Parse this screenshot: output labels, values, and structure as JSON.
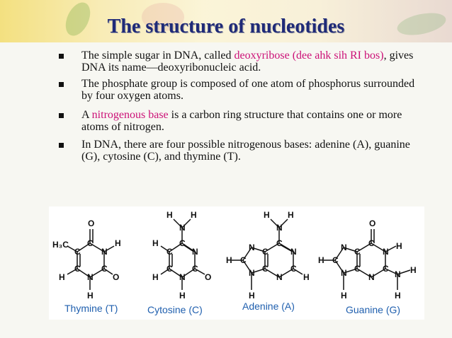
{
  "slide": {
    "title": "The structure of nucleotides",
    "bullets": [
      {
        "pre": "The simple sugar in DNA, called ",
        "hl": "deoxyribose (dee ahk sih RI bos)",
        "post": ", gives DNA its name—deoxyribonucleic acid."
      },
      {
        "pre": "The phosphate group is composed of one atom of phosphorus surrounded by four oxygen atoms.",
        "hl": "",
        "post": ""
      },
      {
        "pre": "A ",
        "hl": "nitrogenous base",
        "post": " is a carbon ring structure that contains one or more atoms of nitrogen."
      },
      {
        "pre": "In DNA, there are four possible nitrogenous bases: adenine (A), guanine (G), cytosine (C), and thymine (T).",
        "hl": "",
        "post": ""
      }
    ],
    "highlight_color": "#cc1177",
    "title_color": "#1f2a78"
  },
  "figure": {
    "labels": {
      "thymine": "Thymine (T)",
      "cytosine": "Cytosine (C)",
      "adenine": "Adenine (A)",
      "guanine": "Guanine (G)"
    },
    "label_color": "#1f5fae"
  }
}
